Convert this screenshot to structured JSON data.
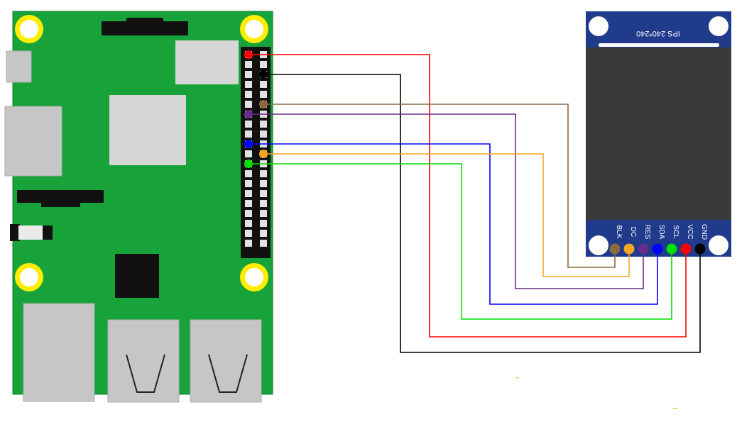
{
  "display": {
    "title": "IPS 240*240",
    "pins": [
      {
        "label": "BLK",
        "color": "#8B6A3E"
      },
      {
        "label": "DC",
        "color": "#F5A623"
      },
      {
        "label": "RES",
        "color": "#6A2C8C"
      },
      {
        "label": "SDA",
        "color": "#0000FF"
      },
      {
        "label": "SCL",
        "color": "#00E000"
      },
      {
        "label": "VCC",
        "color": "#FF0000"
      },
      {
        "label": "GND",
        "color": "#000000"
      }
    ]
  },
  "colors": {
    "board": "#18A33A",
    "board_edge": "#0E7D2A",
    "mount_hole": "#FFEE00",
    "display_frame": "#203A8C",
    "display_screen": "#3A3A3A"
  }
}
